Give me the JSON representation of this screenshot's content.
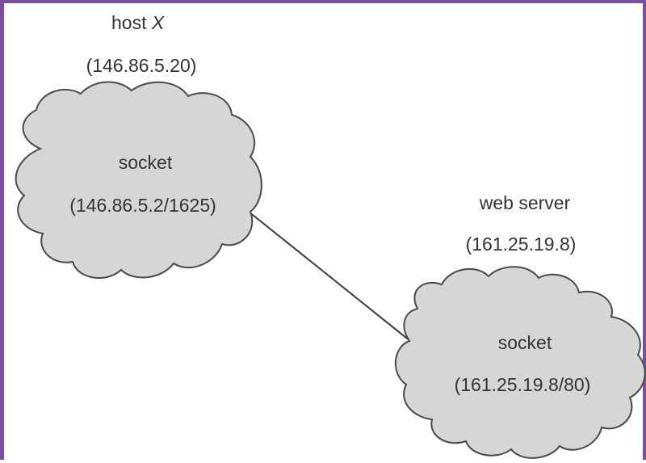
{
  "host": {
    "name_prefix": "host ",
    "name_var": "X",
    "address": "(146.86.5.20)",
    "socket": {
      "label": "socket",
      "address": "(146.86.5.2/1625)"
    }
  },
  "server": {
    "name": "web server",
    "address": "(161.25.19.8)",
    "socket": {
      "label": "socket",
      "address": "(161.25.19.8/80)"
    }
  },
  "colors": {
    "frame": "#7a4fa0",
    "cloud_fill": "#d6d6d6",
    "cloud_stroke": "#4a4a4a"
  }
}
